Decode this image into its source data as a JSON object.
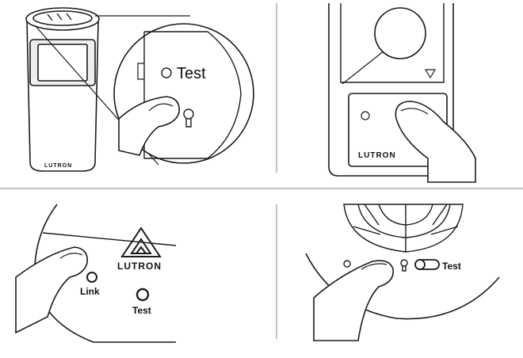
{
  "panels": {
    "sensor_closeup": {
      "test_label": "Test",
      "brand": "LUTRON"
    },
    "dimmer_switch": {
      "brand": "LUTRON"
    },
    "hub_device": {
      "brand": "LUTRON",
      "link_label": "Link",
      "test_label": "Test"
    },
    "ceiling_sensor": {
      "test_label": "Test"
    }
  },
  "colors": {
    "line": "#1a1a1a",
    "divider": "#999999",
    "background": "#ffffff"
  }
}
